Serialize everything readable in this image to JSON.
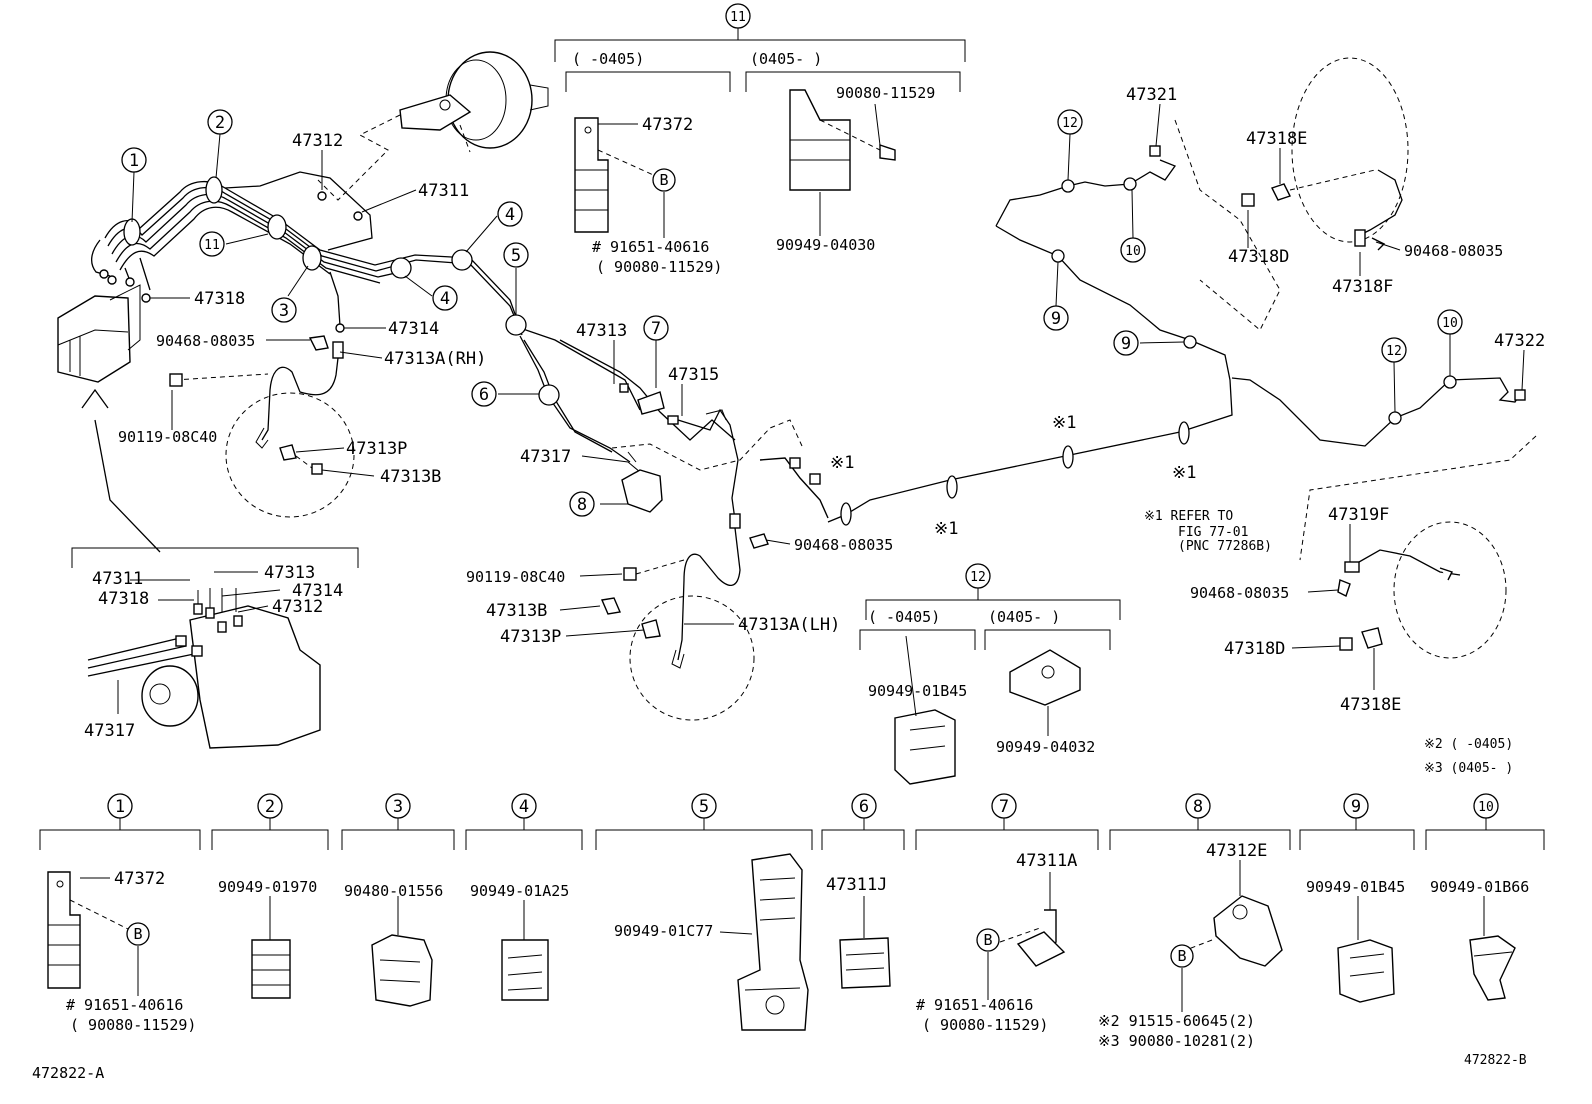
{
  "diagram": {
    "drawing_ids": {
      "left": "472822-A",
      "right": "472822-B"
    },
    "callouts": {
      "c1": "1",
      "c2": "2",
      "c3": "3",
      "c4": "4",
      "c5": "5",
      "c6": "6",
      "c7": "7",
      "c8": "8",
      "c9": "9",
      "c10": "10",
      "c11": "11",
      "c12": "12",
      "cB": "B"
    },
    "main_labels": {
      "p47312": "47312",
      "p47311": "47311",
      "p47318": "47318",
      "p47314": "47314",
      "p90468_a": "90468-08035",
      "p47313A_rh": "47313A(RH)",
      "p90119_a": "90119-08C40",
      "p47313P_a": "47313P",
      "p47313B_a": "47313B",
      "p47313": "47313",
      "p47315": "47315",
      "p47317": "47317",
      "p90468_b": "90468-08035",
      "p90119_b": "90119-08C40",
      "p47313B_b": "47313B",
      "p47313P_b": "47313P",
      "p47313A_lh": "47313A(LH)",
      "p47321": "47321",
      "p47318E_a": "47318E",
      "p47318D_a": "47318D",
      "p90468_c": "90468-08035",
      "p47318F": "47318F",
      "p47322": "47322",
      "p47319F": "47319F",
      "p90468_d": "90468-08035",
      "p47318D_b": "47318D",
      "p47318E_b": "47318E",
      "ref1": "※1",
      "ref_note_1": "※1 REFER TO",
      "ref_note_2": "FIG 77-01",
      "ref_note_3": "(PNC 77286B)",
      "note2": "※2 (      -0405)",
      "note3": "※3  (0405-      )"
    },
    "inset": {
      "p47311": "47311",
      "p47318": "47318",
      "p47313": "47313",
      "p47314": "47314",
      "p47312": "47312",
      "p47317": "47317"
    },
    "group11": {
      "before": "(      -0405)",
      "after": "(0405-      )",
      "bracket_a": "47372",
      "hash_bolt": "# 91651-40616",
      "alt_bolt": "( 90080-11529)",
      "bolt_b": "90080-11529",
      "clamp_b": "90949-04030"
    },
    "group12": {
      "before": "(      -0405)",
      "after": "(0405-      )",
      "clamp_a": "90949-01B45",
      "clamp_b": "90949-04032"
    },
    "bottom": {
      "s1_bracket": "47372",
      "s1_hash": "# 91651-40616",
      "s1_alt": "( 90080-11529)",
      "s2": "90949-01970",
      "s3": "90480-01556",
      "s4": "90949-01A25",
      "s5": "90949-01C77",
      "s6": "47311J",
      "s7": "47311A",
      "s7_hash": "# 91651-40616",
      "s7_alt": "( 90080-11529)",
      "s8": "47312E",
      "s8_n2": "※2 91515-60645(2)",
      "s8_n3": "※3 90080-10281(2)",
      "s9": "90949-01B45",
      "s10": "90949-01B66"
    }
  }
}
